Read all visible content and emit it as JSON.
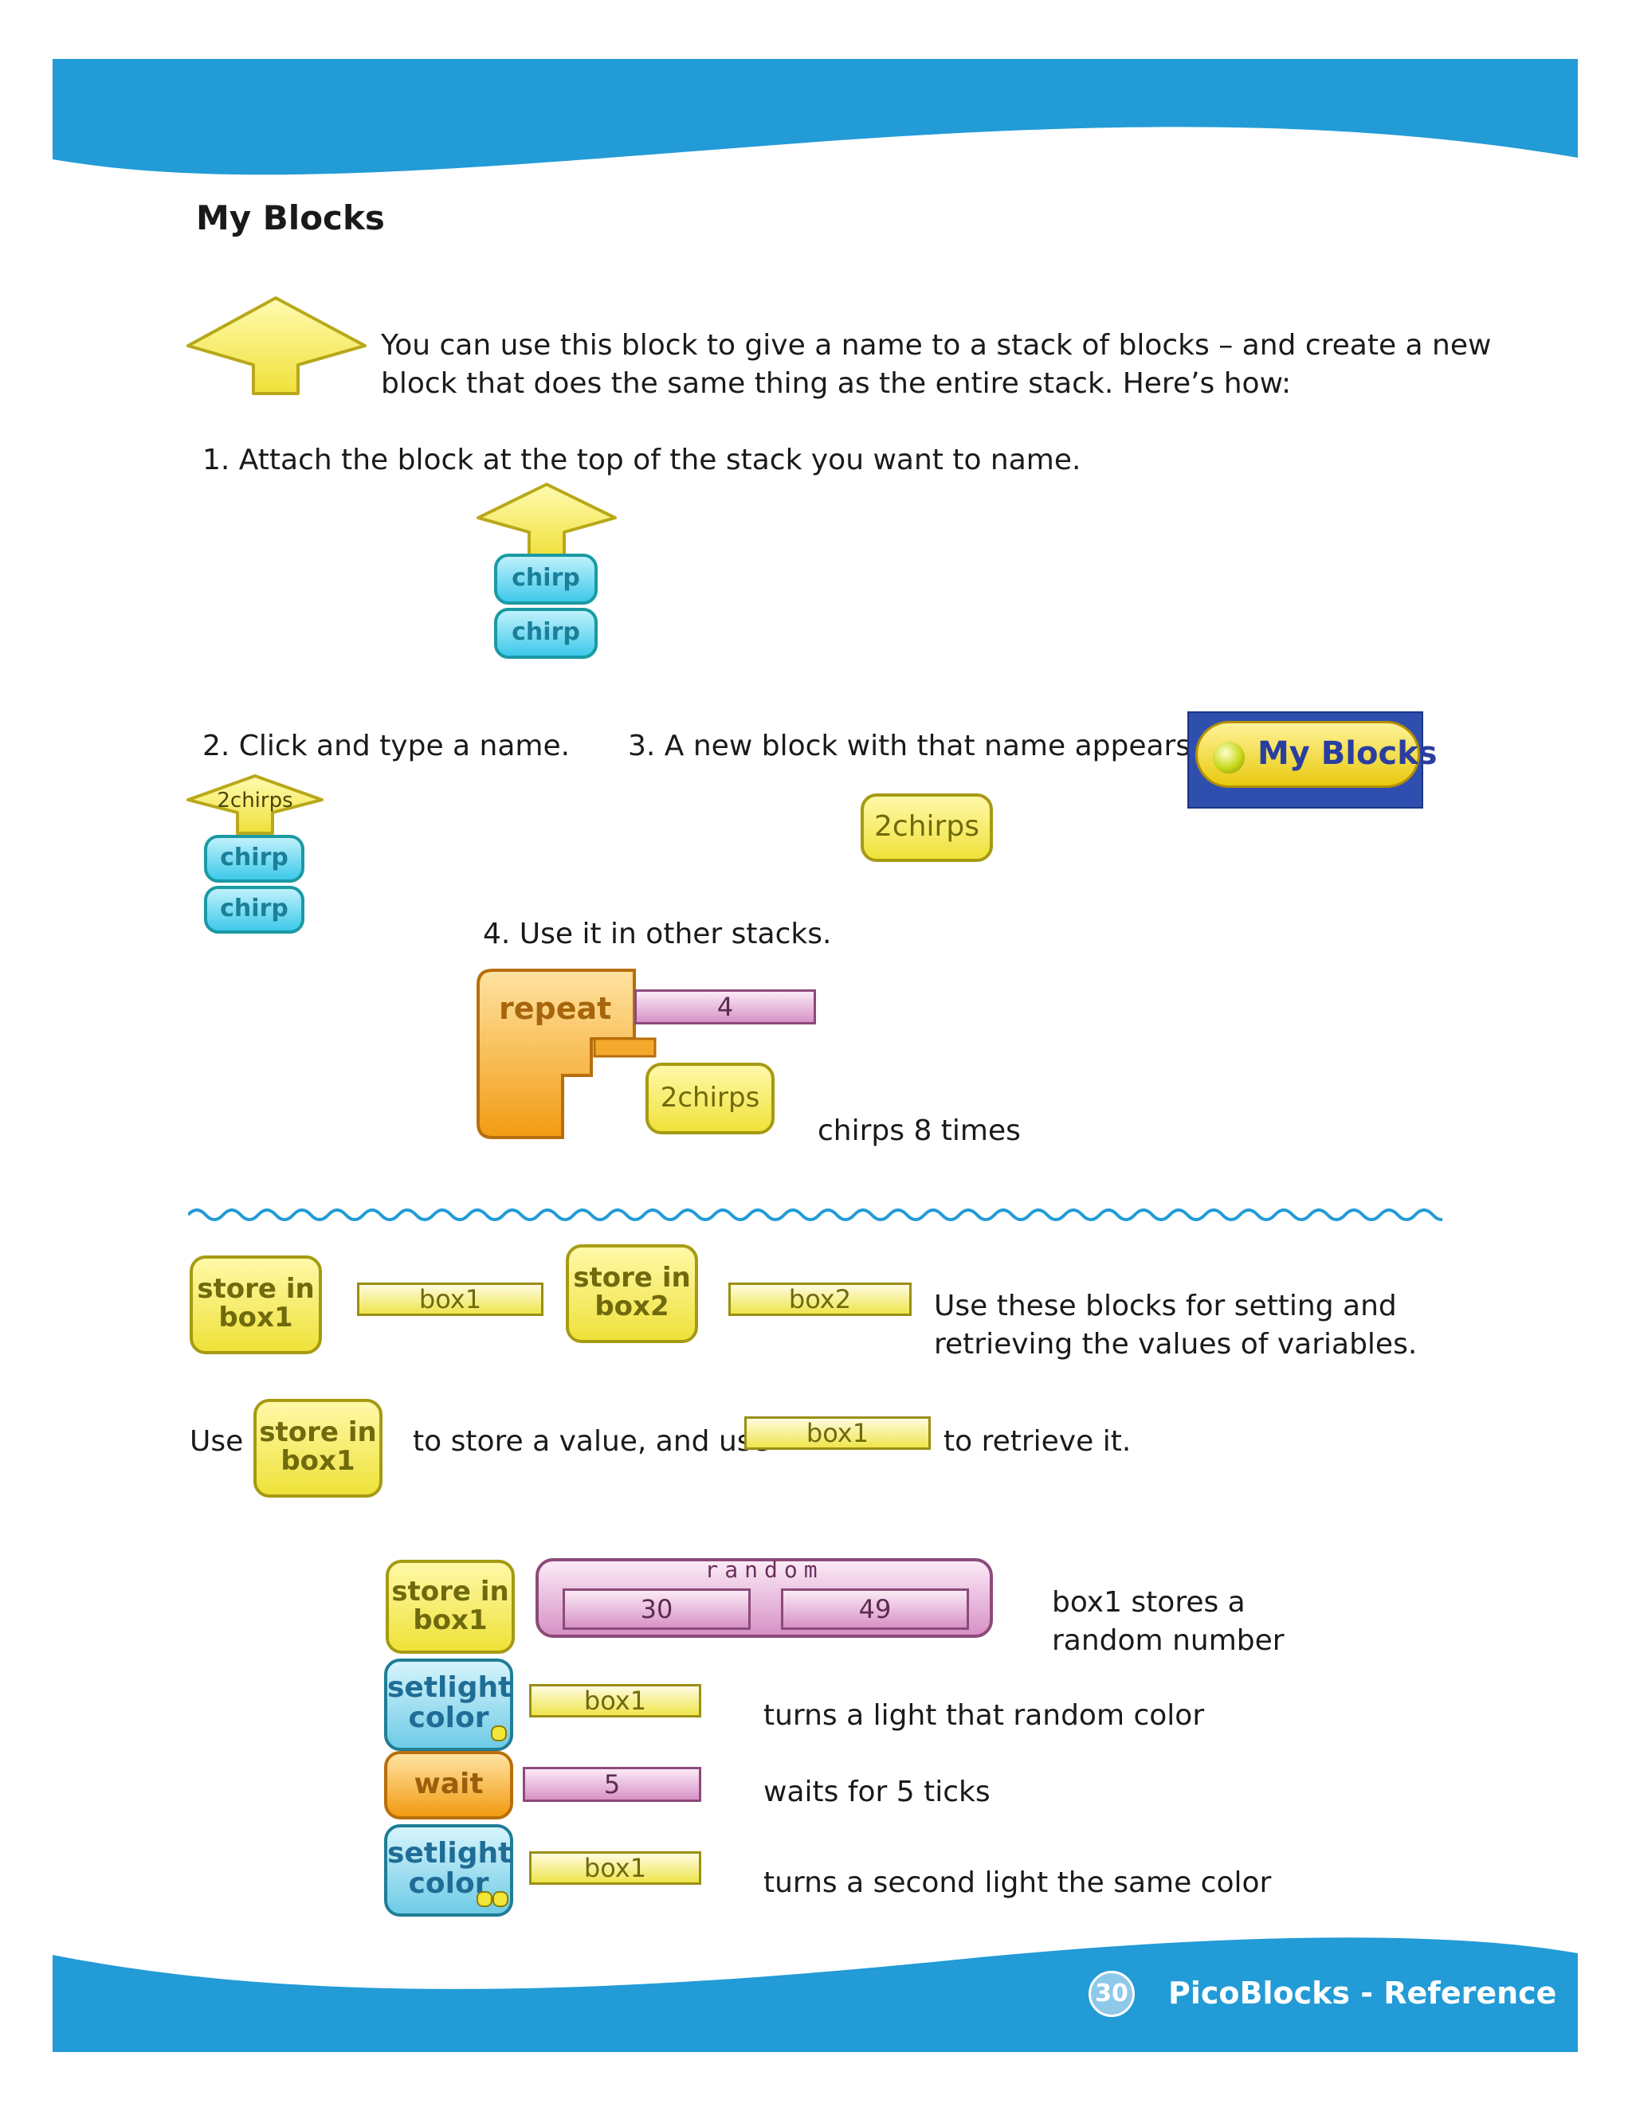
{
  "title": "My Blocks",
  "intro": {
    "line1": "You can use this block to give a name to a stack of blocks – and create a new",
    "line2": "block that does the same thing as the entire stack. Here’s how:"
  },
  "steps": {
    "step1": "1. Attach the block at the top of the stack you want to name.",
    "step2": "2. Click and type a name.",
    "step3": "3.  A new block with that name appears in",
    "step4": "4.  Use it in other stacks."
  },
  "blocks": {
    "chirp": "chirp",
    "named": "2chirps",
    "my_blocks_button": "My Blocks",
    "repeat": "repeat",
    "repeat_count": "4",
    "store_in_box1_line1": "store in",
    "store_in_box1_line2": "box1",
    "store_in_box2_line2": "box2",
    "box1": "box1",
    "box2": "box2",
    "random": "random",
    "random_min": "30",
    "random_max": "49",
    "setlight_line1": "setlight",
    "setlight_line2": "color",
    "wait": "wait",
    "wait_value": "5"
  },
  "captions": {
    "chirps_8": "chirps 8 times",
    "vars_line1": "Use these blocks for setting and",
    "vars_line2": "retrieving the values of variables.",
    "use": "Use",
    "to_store": "to store a value, and use",
    "to_retrieve": "to retrieve it.",
    "box1_random_line1": "box1 stores a",
    "box1_random_line2": "random number",
    "turns_light": "turns a light that random color",
    "waits": "waits for 5 ticks",
    "second_light": "turns a second light the same color"
  },
  "footer": {
    "page_number": "30",
    "text": "PicoBlocks - Reference"
  },
  "colors": {
    "banner": "#229bd6",
    "yellow_block": "#efe23a",
    "cyan_block": "#3ec9ea",
    "orange_block": "#f4a623",
    "pink_slot": "#d792c6"
  }
}
